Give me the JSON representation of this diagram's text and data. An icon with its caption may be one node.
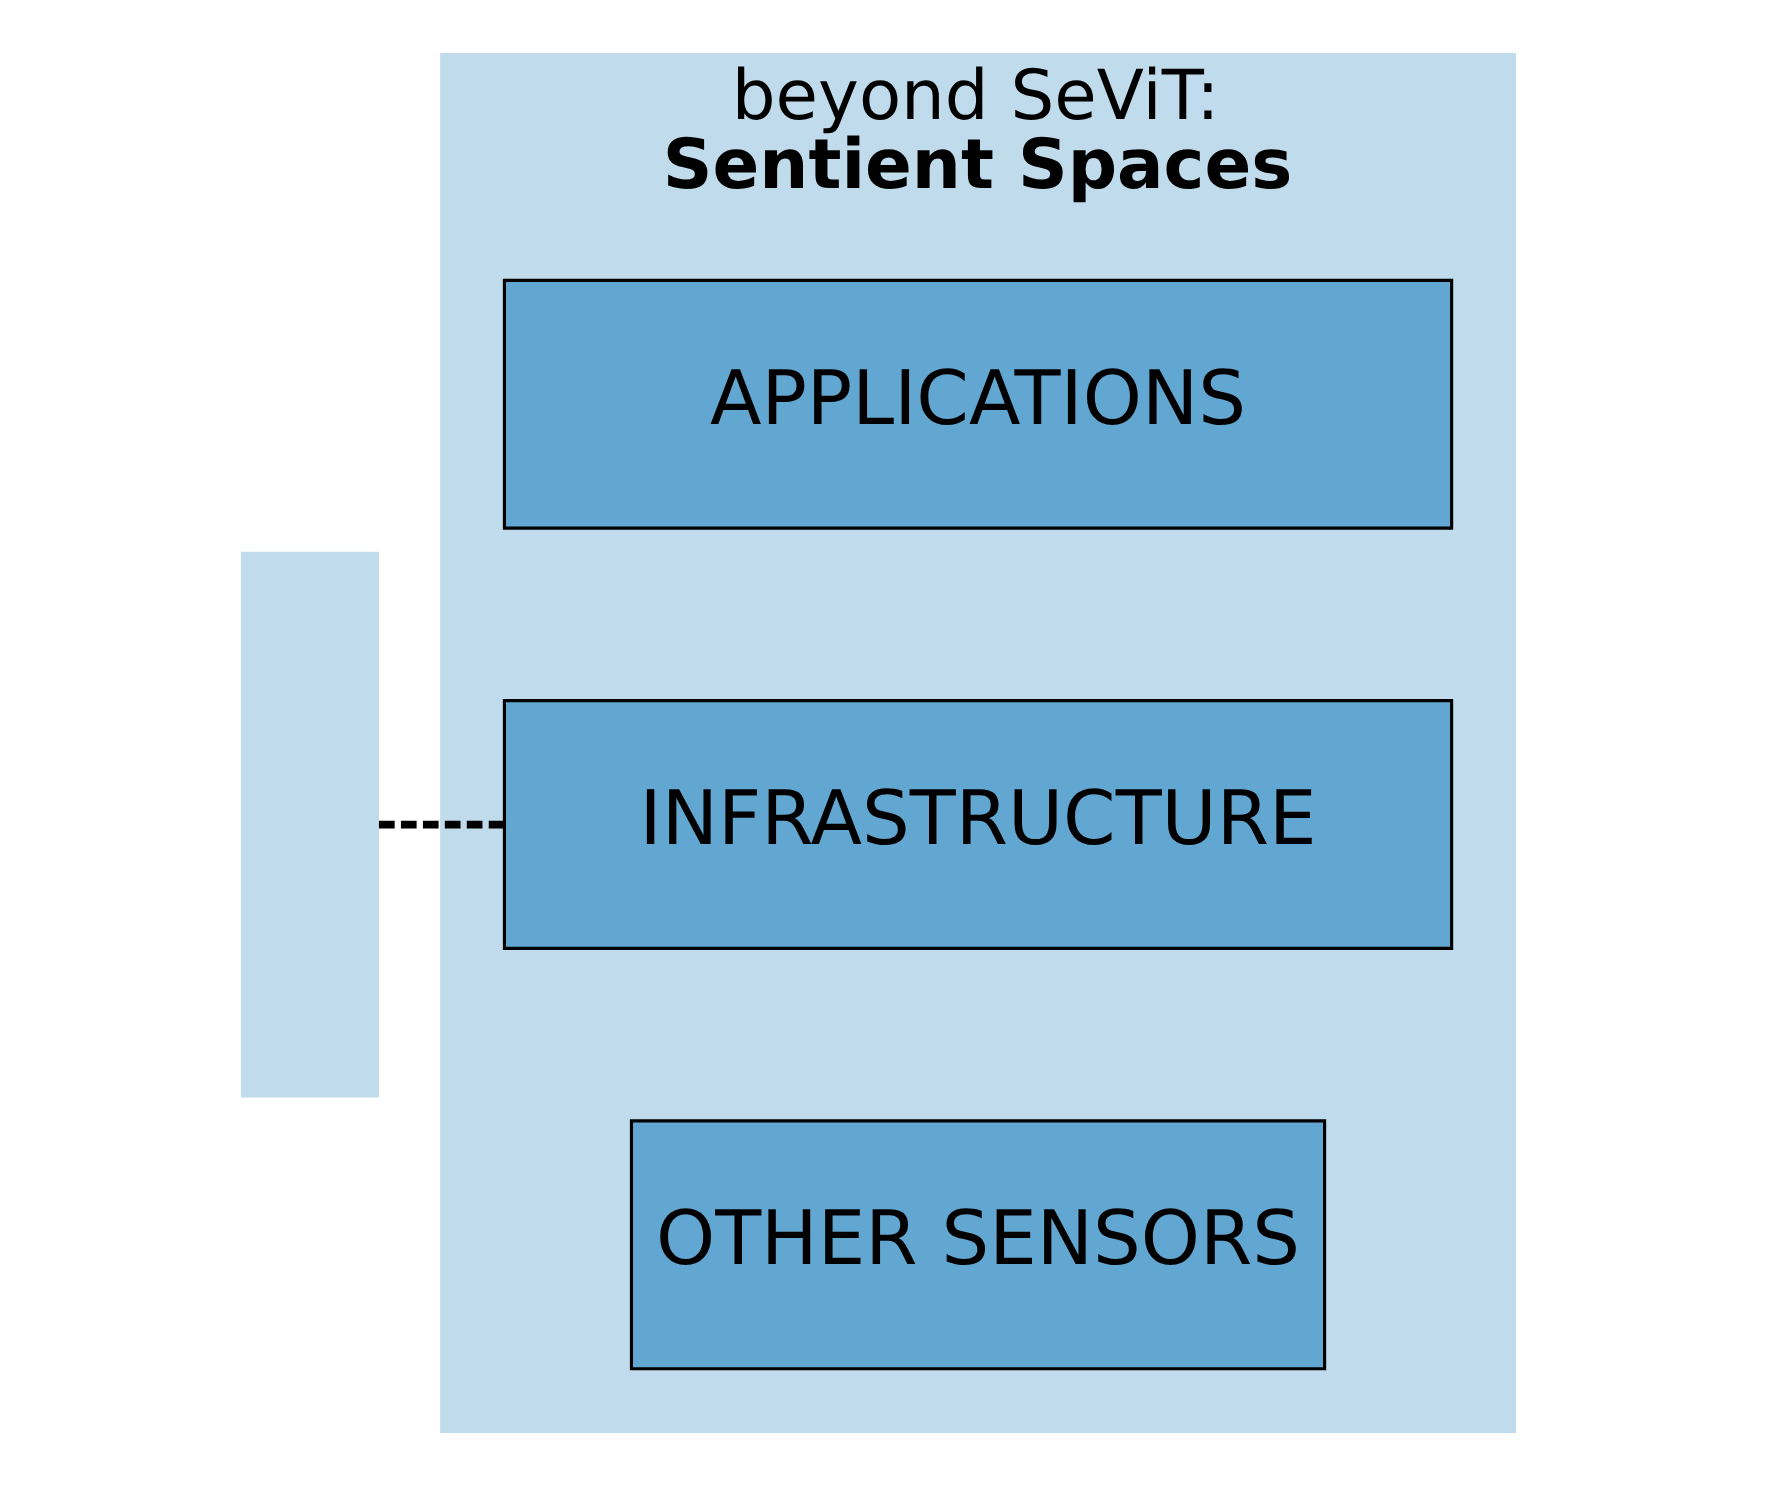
{
  "diagram": {
    "nodes": [
      {
        "text": [],
        "shape": "box"
      },
      {
        "text": [
          "beyond SeViT:",
          "Sentient Spaces"
        ]
      },
      {
        "text": [
          "APPLICATIONS"
        ],
        "in": 1
      },
      {
        "text": [
          "INFRASTRUCTURE"
        ],
        "in": 1
      },
      {
        "text": [
          "OTHER SENSORS"
        ],
        "in": 1
      }
    ],
    "edges": [
      {
        "from": 3,
        "to": 0,
        "arrow": "none",
        "style": "dashed"
      }
    ]
  }
}
